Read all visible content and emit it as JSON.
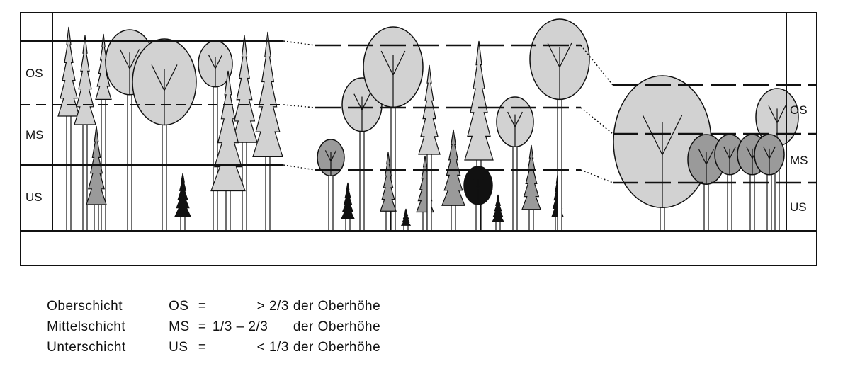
{
  "layers_left": {
    "os": "OS",
    "ms": "MS",
    "us": "US"
  },
  "layers_right": {
    "os": "OS",
    "ms": "MS",
    "us": "US"
  },
  "legend": [
    {
      "name": "Oberschicht",
      "abbr": "OS",
      "relation": "=",
      "range": "> 2/3",
      "suffix": "der Oberhöhe"
    },
    {
      "name": "Mittelschicht",
      "abbr": "MS",
      "relation": "=",
      "range": "1/3 – 2/3",
      "suffix": "der Oberhöhe"
    },
    {
      "name": "Unterschicht",
      "abbr": "US",
      "relation": "=",
      "range": "< 1/3",
      "suffix": "der Oberhöhe"
    }
  ],
  "colors": {
    "light": "#d2d2d2",
    "mid": "#9a9a9a",
    "dark": "#111111",
    "line": "#111111"
  }
}
